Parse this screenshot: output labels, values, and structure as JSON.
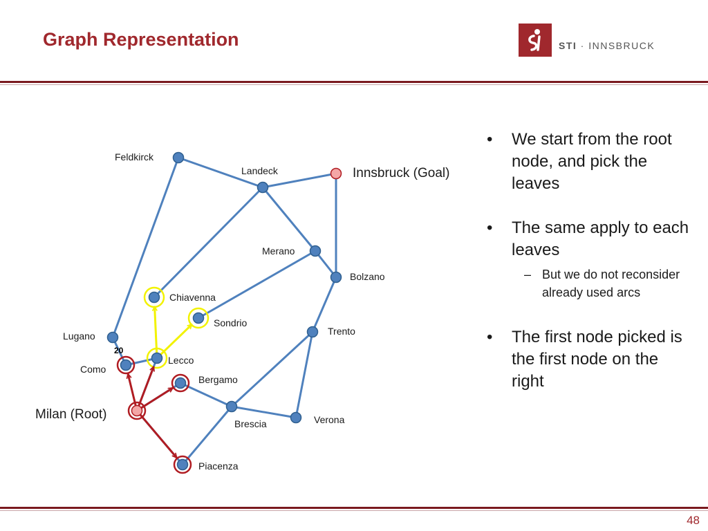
{
  "slide": {
    "title": "Graph Representation",
    "page_number": "48"
  },
  "logo": {
    "brand": "STI",
    "separator": "·",
    "location": "INNSBRUCK"
  },
  "colors": {
    "accent": "#a0282d",
    "edge": "#4f81bd",
    "node_fill": "#4f81bd",
    "node_stroke": "#2f5f8f",
    "goal_fill": "#f4a6a6",
    "highlight_red": "#b01c22",
    "highlight_yellow": "#f2f200"
  },
  "graph": {
    "nodes": [
      {
        "id": "feldkirck",
        "label": "Feldkirck"
      },
      {
        "id": "landeck",
        "label": "Landeck"
      },
      {
        "id": "innsbruck",
        "label": "Innsbruck (Goal)"
      },
      {
        "id": "merano",
        "label": "Merano"
      },
      {
        "id": "bolzano",
        "label": "Bolzano"
      },
      {
        "id": "chiavenna",
        "label": "Chiavenna"
      },
      {
        "id": "sondrio",
        "label": "Sondrio"
      },
      {
        "id": "lugano",
        "label": "Lugano"
      },
      {
        "id": "como",
        "label": "Como"
      },
      {
        "id": "lecco",
        "label": "Lecco"
      },
      {
        "id": "trento",
        "label": "Trento"
      },
      {
        "id": "bergamo",
        "label": "Bergamo"
      },
      {
        "id": "milan",
        "label": "Milan (Root)"
      },
      {
        "id": "brescia",
        "label": "Brescia"
      },
      {
        "id": "verona",
        "label": "Verona"
      },
      {
        "id": "piacenza",
        "label": "Piacenza"
      }
    ],
    "edges": [
      [
        "feldkirck",
        "landeck"
      ],
      [
        "feldkirck",
        "lugano"
      ],
      [
        "landeck",
        "innsbruck"
      ],
      [
        "landeck",
        "merano"
      ],
      [
        "landeck",
        "chiavenna"
      ],
      [
        "innsbruck",
        "bolzano"
      ],
      [
        "merano",
        "bolzano"
      ],
      [
        "merano",
        "sondrio"
      ],
      [
        "bolzano",
        "trento"
      ],
      [
        "trento",
        "brescia"
      ],
      [
        "trento",
        "verona"
      ],
      [
        "lugano",
        "como"
      ],
      [
        "como",
        "lecco"
      ],
      [
        "lecco",
        "milan"
      ],
      [
        "milan",
        "bergamo"
      ],
      [
        "milan",
        "piacenza"
      ],
      [
        "bergamo",
        "brescia"
      ],
      [
        "brescia",
        "verona"
      ],
      [
        "brescia",
        "piacenza"
      ]
    ],
    "goal": "innsbruck",
    "root": "milan",
    "red_circled": [
      "como",
      "bergamo",
      "piacenza",
      "milan"
    ],
    "yellow_circled": [
      "lecco",
      "chiavenna",
      "sondrio"
    ],
    "red_arrows": [
      [
        "milan",
        "como"
      ],
      [
        "milan",
        "lecco"
      ],
      [
        "milan",
        "bergamo"
      ],
      [
        "milan",
        "piacenza"
      ]
    ],
    "yellow_arrows": [
      [
        "lecco",
        "chiavenna"
      ],
      [
        "lecco",
        "sondrio"
      ]
    ],
    "edge_annotation": {
      "text": "20",
      "edge": [
        "lugano",
        "como"
      ]
    }
  },
  "bullets": [
    {
      "text": "We start from the root node, and pick the leaves"
    },
    {
      "text": "The same apply to each leaves",
      "sub": "But we do not reconsider already used arcs"
    },
    {
      "text": "The first node picked is the first node on the right"
    }
  ]
}
